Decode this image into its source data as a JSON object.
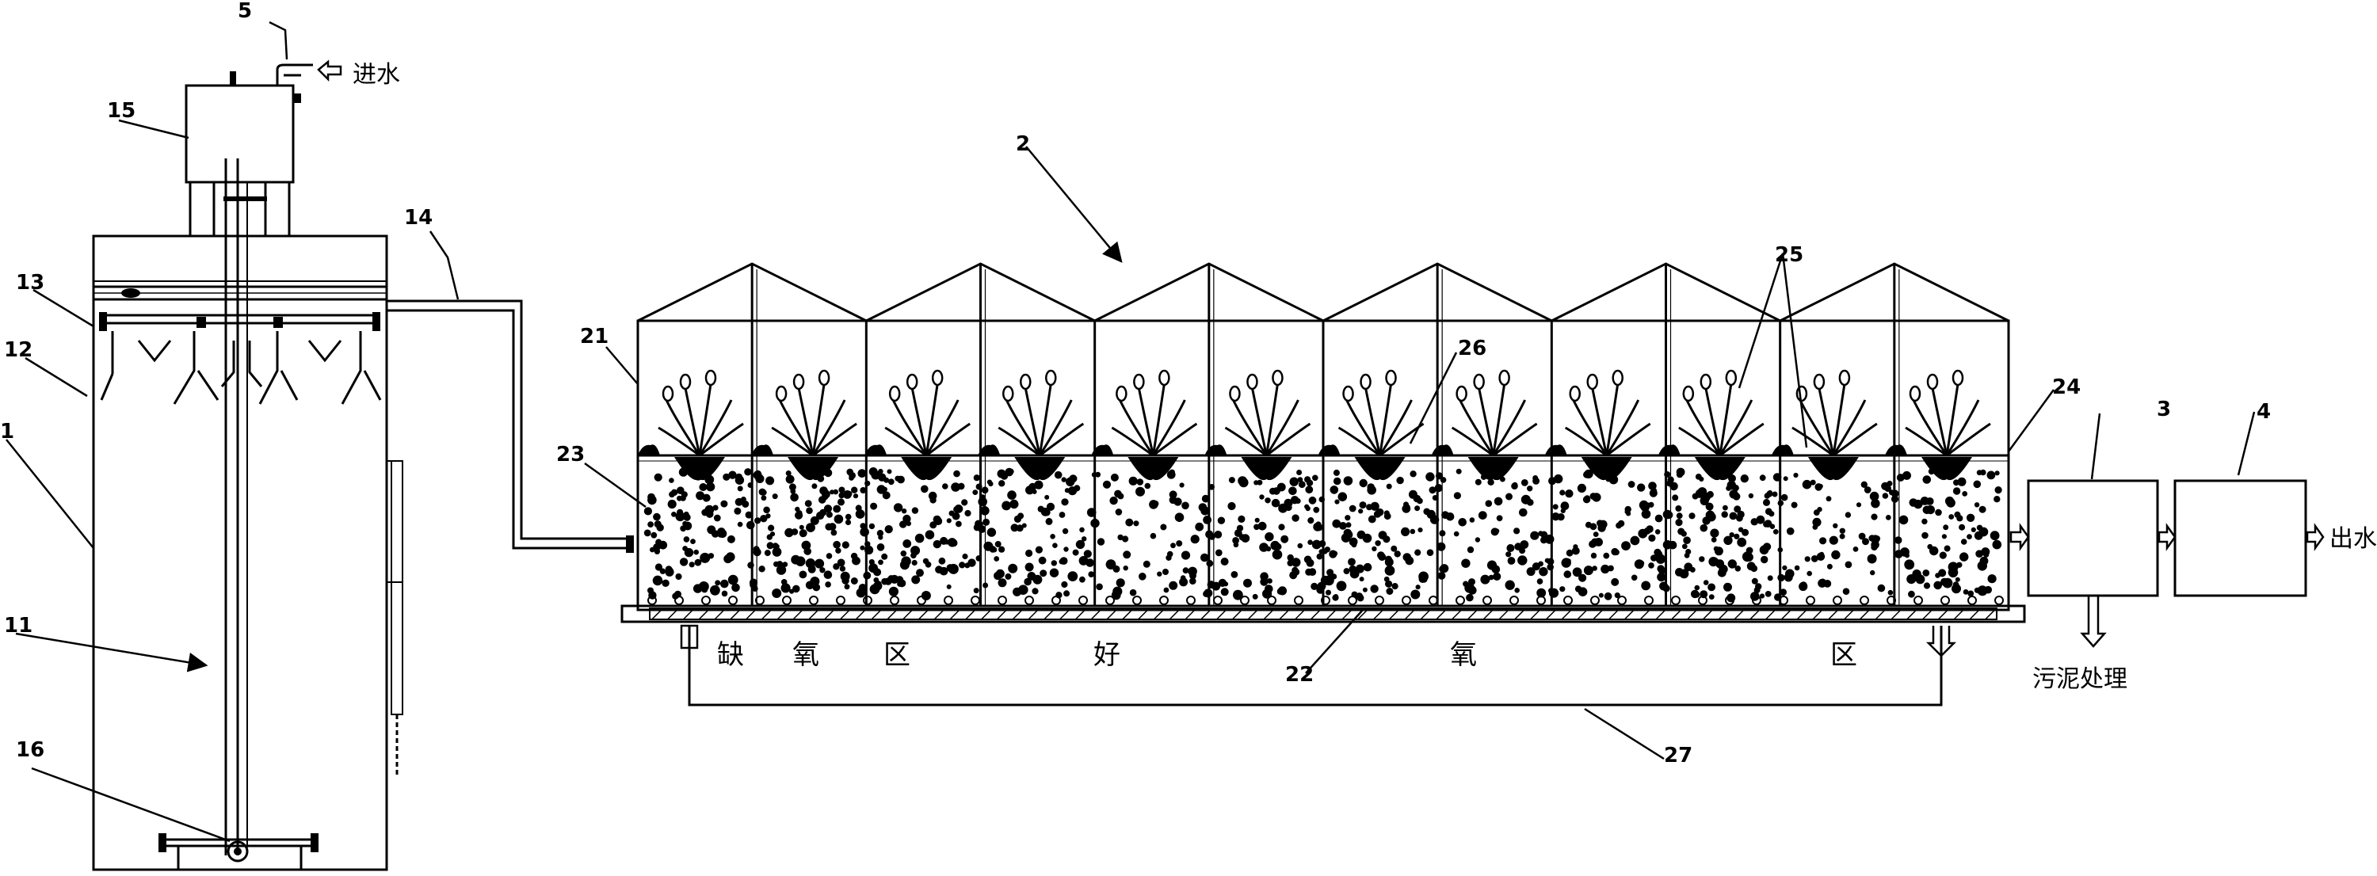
{
  "labels": {
    "n1": "1",
    "n2": "2",
    "n3": "3",
    "n4": "4",
    "n5": "5",
    "n11": "11",
    "n12": "12",
    "n13": "13",
    "n14": "14",
    "n15": "15",
    "n16": "16",
    "n21": "21",
    "n22": "22",
    "n23": "23",
    "n24": "24",
    "n25": "25",
    "n26": "26",
    "n27": "27"
  },
  "text": {
    "inlet": "进水",
    "outlet": "出水",
    "sludge": "污泥处理",
    "zone": [
      "缺",
      "氧",
      "区",
      "好",
      "氧",
      "区"
    ]
  },
  "colors": {
    "line": "#000000",
    "background": "#ffffff"
  }
}
